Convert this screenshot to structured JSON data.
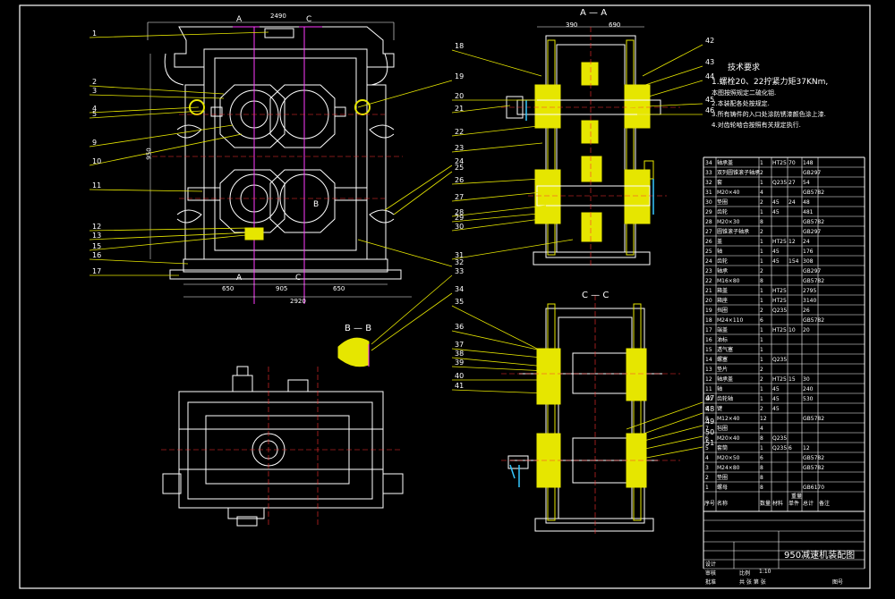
{
  "drawing": {
    "title": "950减速机装配图",
    "section_aa": "A — A",
    "section_cc": "C — C",
    "section_bb": "B — B",
    "cut_a": "A",
    "cut_c": "C",
    "cut_b": "B",
    "scale": "1:10"
  },
  "dims": {
    "front_top": "2490",
    "front_bottom": "2920",
    "front_b1": "650",
    "front_b2": "905",
    "front_b3": "650",
    "front_left": "950",
    "aa_left": "390",
    "aa_right": "690"
  },
  "tech_req": {
    "heading": "技术要求",
    "items": [
      "1.螺栓20、22拧紧力矩37KNm,",
      "  本图按照规定二硫化钼.",
      "2.本装配各处按规定.",
      "3.所有铸件的入口处涂防锈漆颜色涂上漆.",
      "4.对齿轮啮合按照有关规定执行."
    ]
  },
  "callouts_left": [
    "1",
    "2",
    "3",
    "4",
    "5",
    "9",
    "10",
    "11",
    "12",
    "13",
    "15",
    "16",
    "17"
  ],
  "callouts_mid": [
    "18",
    "19",
    "20",
    "21",
    "22",
    "23",
    "24",
    "25",
    "26",
    "27",
    "28",
    "29",
    "30",
    "31",
    "32",
    "33",
    "34",
    "35",
    "36",
    "37",
    "38",
    "39",
    "40",
    "41"
  ],
  "callouts_right": [
    "42",
    "43",
    "44",
    "45",
    "46",
    "47",
    "48",
    "49",
    "50",
    "51"
  ],
  "bom": {
    "rows": [
      [
        "轴承盖",
        "1",
        "HT25",
        "70",
        "148"
      ],
      [
        "双列圆锥滚子轴承",
        "2",
        "",
        "",
        "GB297"
      ],
      [
        "套",
        "1",
        "Q235",
        "27",
        "54"
      ],
      [
        "M20×40",
        "4",
        "",
        "",
        "GB5782"
      ],
      [
        "垫圈",
        "2",
        "45",
        "24",
        "48"
      ],
      [
        "齿轮",
        "1",
        "45",
        "",
        "481"
      ],
      [
        "M20×30",
        "8",
        "",
        "",
        "GB5782"
      ],
      [
        "圆锥滚子轴承",
        "2",
        "",
        "",
        "GB297"
      ],
      [
        "盖",
        "1",
        "HT25",
        "12",
        "24"
      ],
      [
        "轴",
        "1",
        "45",
        "",
        "176"
      ],
      [
        "齿轮",
        "1",
        "45",
        "154",
        "308"
      ],
      [
        "轴承",
        "2",
        "",
        "",
        "GB297"
      ],
      [
        "M16×80",
        "8",
        "",
        "",
        "GB5782"
      ],
      [
        "箱盖",
        "1",
        "HT25",
        "",
        "2795"
      ],
      [
        "箱座",
        "1",
        "HT25",
        "",
        "3140"
      ],
      [
        "挡圈",
        "2",
        "Q235",
        "",
        "26"
      ],
      [
        "M24×110",
        "6",
        "",
        "",
        "GB5782"
      ],
      [
        "端盖",
        "1",
        "HT25",
        "10",
        "20"
      ],
      [
        "油标",
        "1",
        "",
        "",
        ""
      ],
      [
        "透气塞",
        "1",
        "",
        "",
        ""
      ],
      [
        "螺塞",
        "1",
        "Q235",
        "",
        ""
      ],
      [
        "垫片",
        "2",
        "",
        "",
        ""
      ],
      [
        "轴承盖",
        "2",
        "HT25",
        "15",
        "30"
      ],
      [
        "轴",
        "1",
        "45",
        "",
        "240"
      ],
      [
        "齿轮轴",
        "1",
        "45",
        "",
        "530"
      ],
      [
        "键",
        "2",
        "45",
        "",
        ""
      ],
      [
        "M12×40",
        "12",
        "",
        "",
        "GB5782"
      ],
      [
        "毡圈",
        "4",
        "",
        "",
        ""
      ],
      [
        "M20×40",
        "8",
        "Q235",
        "",
        ""
      ],
      [
        "套筒",
        "1",
        "Q235",
        "6",
        "12"
      ],
      [
        "M20×50",
        "6",
        "",
        "",
        "GB5782"
      ],
      [
        "M24×80",
        "8",
        "",
        "",
        "GB5782"
      ],
      [
        "垫圈",
        "8",
        "",
        "",
        ""
      ],
      [
        "螺母",
        "8",
        "",
        "",
        "GB6170"
      ]
    ],
    "header": [
      "序号",
      "名称",
      "数量",
      "材料",
      "单件",
      "总计",
      "备注"
    ],
    "sub_header": [
      "重量"
    ],
    "title_block": {
      "design": "设计",
      "check": "审核",
      "approve": "批准",
      "scale_label": "比例",
      "sheet": "共 张 第 张",
      "drawing_no": "图号"
    }
  }
}
